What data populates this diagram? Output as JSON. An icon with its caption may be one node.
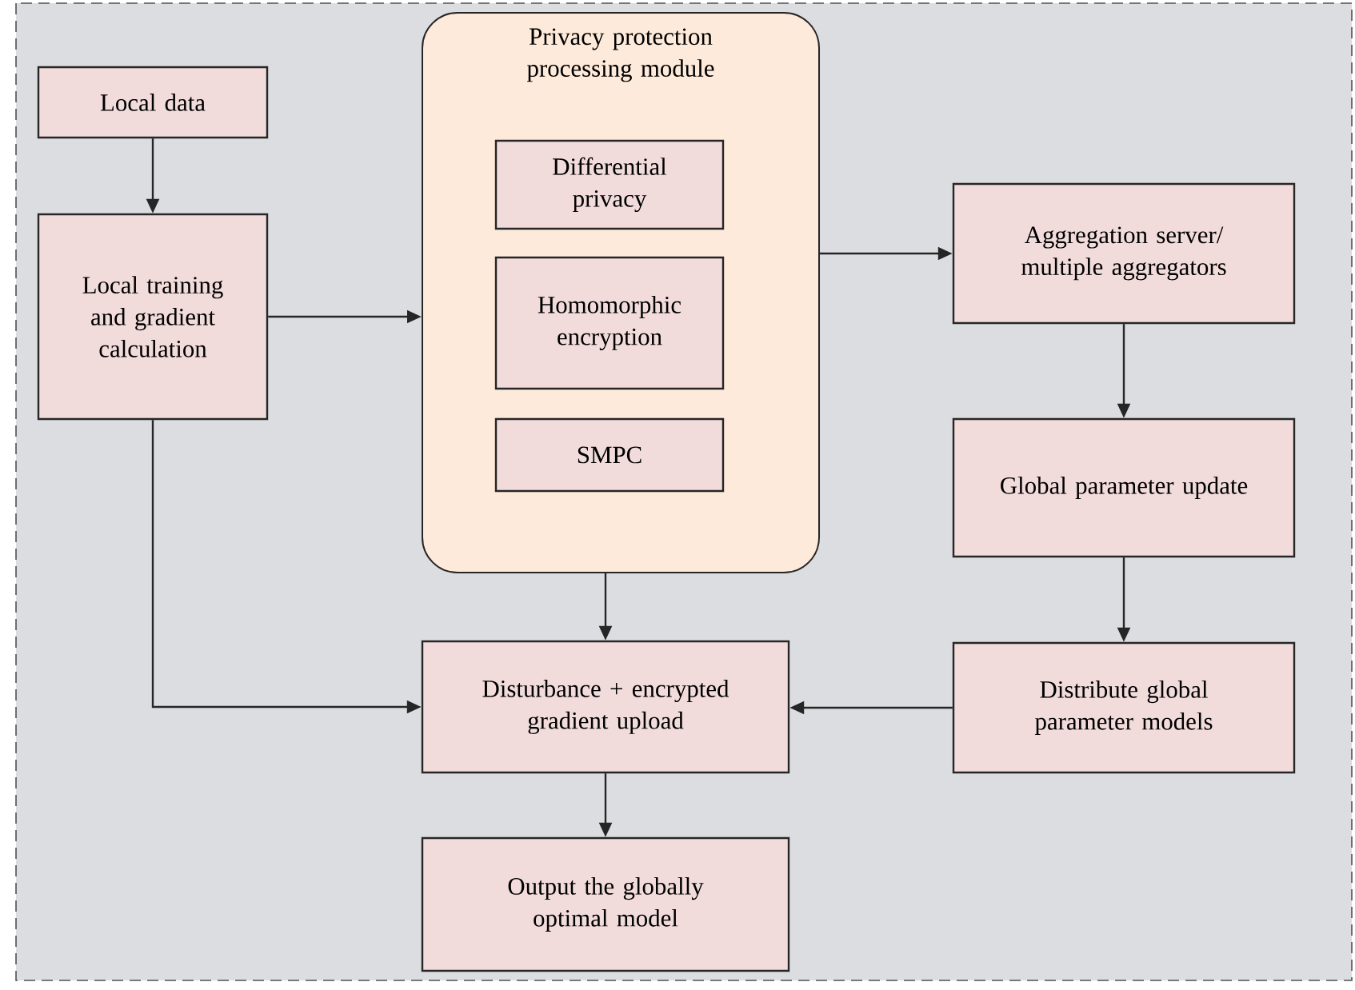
{
  "diagram": {
    "nodes": [
      {
        "text": [
          "Local data"
        ]
      },
      {
        "text": [
          "Local training and gradient calculation"
        ]
      },
      {
        "text": [
          "Privacy protection processing module"
        ]
      },
      {
        "text": [
          "Differential privacy"
        ],
        "in": 2
      },
      {
        "text": [
          "Homomorphic encryption"
        ],
        "in": 2
      },
      {
        "text": [
          "SMPC"
        ],
        "in": 2
      },
      {
        "text": [
          "Aggregation server/ multiple aggregators"
        ]
      },
      {
        "text": [
          "Global parameter update"
        ]
      },
      {
        "text": [
          "Distribute global parameter models"
        ]
      },
      {
        "text": [
          "Disturbance + encrypted gradient upload"
        ]
      },
      {
        "text": [
          "Output the globally optimal model"
        ]
      }
    ],
    "edges": [
      {
        "from": 0,
        "to": 1,
        "arrow": "to"
      },
      {
        "from": 1,
        "to": 2,
        "arrow": "to"
      },
      {
        "from": 2,
        "to": 6,
        "arrow": "to"
      },
      {
        "from": 6,
        "to": 7,
        "arrow": "to"
      },
      {
        "from": 7,
        "to": 8,
        "arrow": "to"
      },
      {
        "from": 8,
        "to": 9,
        "arrow": "to"
      },
      {
        "from": 2,
        "to": 9,
        "arrow": "to"
      },
      {
        "from": 1,
        "to": 9,
        "arrow": "to"
      },
      {
        "from": 9,
        "to": 10,
        "arrow": "to"
      }
    ]
  }
}
